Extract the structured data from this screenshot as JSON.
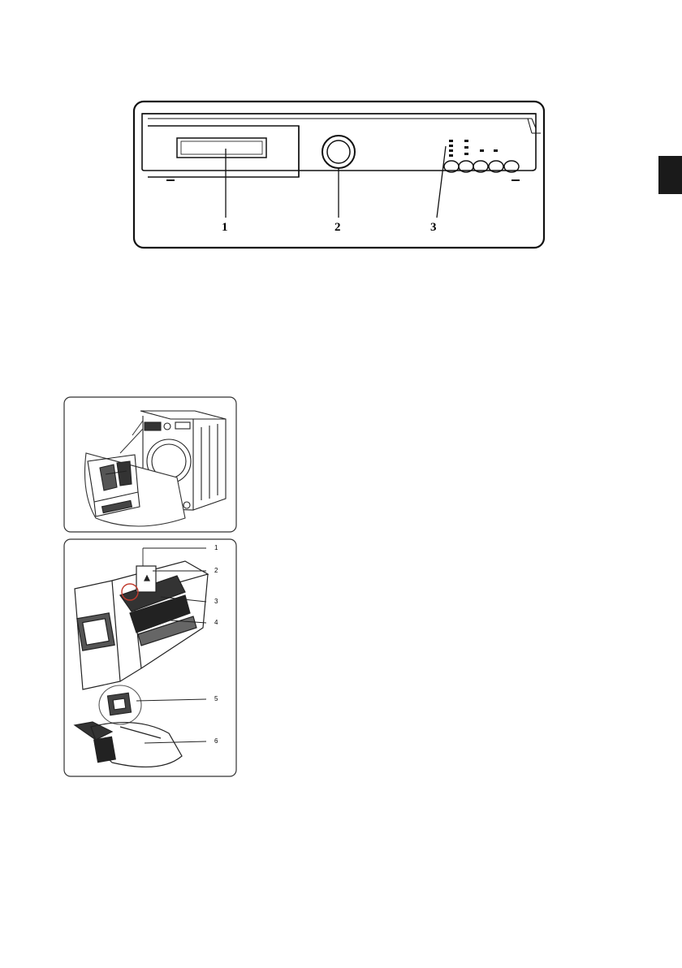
{
  "control_panel": {
    "callouts": [
      "1",
      "2",
      "3"
    ],
    "icons": [
      "detergent-drawer-icon",
      "program-knob-icon",
      "indicator-lights-icon",
      "button-row-icon"
    ]
  },
  "drawer_location": {
    "icons": [
      "washing-machine-icon",
      "drawer-detail-icon"
    ]
  },
  "drawer_parts": {
    "callouts": [
      "1",
      "2",
      "3",
      "4",
      "5",
      "6"
    ],
    "icons": [
      "detergent-drawer-icon",
      "siphon-cap-icon",
      "liquid-detergent-box-icon"
    ],
    "accent_color": "#c0392b"
  }
}
